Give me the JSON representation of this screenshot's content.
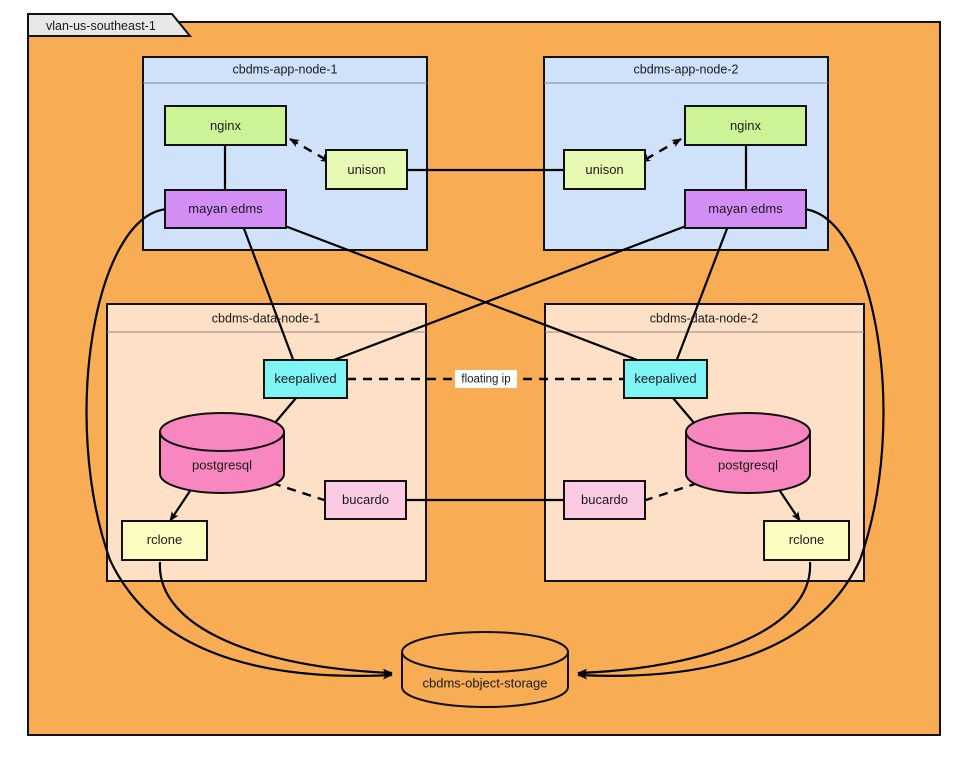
{
  "diagram": {
    "title": "vlan-us-southeast-1",
    "boundary_label": "vlan-us-southeast-1",
    "colors": {
      "app_node_fill": "#cfe2f9",
      "data_node_fill": "#fde0c6",
      "nginx_fill": "#ccf497",
      "unison_fill": "#e6fab4",
      "mayan_fill": "#d28ef5",
      "keepalived_fill": "#7ff4f4",
      "postgresql_fill": "#f887c0",
      "bucardo_fill": "#fbcbe3",
      "rclone_fill": "#fcfcc0",
      "object_storage_fill": "#f8ad54",
      "stroke": "#111111",
      "background": "#ffffff"
    },
    "groups": [
      {
        "id": "app1",
        "label": "cbdms-app-node-1"
      },
      {
        "id": "app2",
        "label": "cbdms-app-node-2"
      },
      {
        "id": "data1",
        "label": "cbdms-data-node-1"
      },
      {
        "id": "data2",
        "label": "cbdms-data-node-2"
      }
    ],
    "nodes": [
      {
        "id": "nginx1",
        "label": "nginx",
        "group": "app1",
        "shape": "rect"
      },
      {
        "id": "unison1",
        "label": "unison",
        "group": "app1",
        "shape": "rect"
      },
      {
        "id": "mayan1",
        "label": "mayan edms",
        "group": "app1",
        "shape": "rect"
      },
      {
        "id": "nginx2",
        "label": "nginx",
        "group": "app2",
        "shape": "rect"
      },
      {
        "id": "unison2",
        "label": "unison",
        "group": "app2",
        "shape": "rect"
      },
      {
        "id": "mayan2",
        "label": "mayan edms",
        "group": "app2",
        "shape": "rect"
      },
      {
        "id": "keep1",
        "label": "keepalived",
        "group": "data1",
        "shape": "rect"
      },
      {
        "id": "pg1",
        "label": "postgresql",
        "group": "data1",
        "shape": "cylinder"
      },
      {
        "id": "buc1",
        "label": "bucardo",
        "group": "data1",
        "shape": "rect"
      },
      {
        "id": "rcl1",
        "label": "rclone",
        "group": "data1",
        "shape": "rect"
      },
      {
        "id": "keep2",
        "label": "keepalived",
        "group": "data2",
        "shape": "rect"
      },
      {
        "id": "pg2",
        "label": "postgresql",
        "group": "data2",
        "shape": "cylinder"
      },
      {
        "id": "buc2",
        "label": "bucardo",
        "group": "data2",
        "shape": "rect"
      },
      {
        "id": "rcl2",
        "label": "rclone",
        "group": "data2",
        "shape": "rect"
      },
      {
        "id": "objstore",
        "label": "cbdms-object-storage",
        "group": null,
        "shape": "cylinder"
      }
    ],
    "edges": [
      {
        "from": "nginx1",
        "to": "mayan1",
        "style": "solid",
        "arrow": "none",
        "label": ""
      },
      {
        "from": "nginx1",
        "to": "unison1",
        "style": "dashed",
        "arrow": "both",
        "label": ""
      },
      {
        "from": "unison1",
        "to": "unison2",
        "style": "solid",
        "arrow": "none",
        "label": ""
      },
      {
        "from": "nginx2",
        "to": "mayan2",
        "style": "solid",
        "arrow": "none",
        "label": ""
      },
      {
        "from": "nginx2",
        "to": "unison2",
        "style": "dashed",
        "arrow": "both",
        "label": ""
      },
      {
        "from": "mayan1",
        "to": "keep1",
        "style": "solid",
        "arrow": "none",
        "label": ""
      },
      {
        "from": "mayan1",
        "to": "keep2",
        "style": "solid",
        "arrow": "none",
        "label": ""
      },
      {
        "from": "mayan2",
        "to": "keep2",
        "style": "solid",
        "arrow": "none",
        "label": ""
      },
      {
        "from": "mayan2",
        "to": "keep1",
        "style": "solid",
        "arrow": "none",
        "label": ""
      },
      {
        "from": "keep1",
        "to": "keep2",
        "style": "dashed",
        "arrow": "none",
        "label": "floating ip"
      },
      {
        "from": "keep1",
        "to": "pg1",
        "style": "solid",
        "arrow": "none",
        "label": ""
      },
      {
        "from": "keep2",
        "to": "pg2",
        "style": "solid",
        "arrow": "none",
        "label": ""
      },
      {
        "from": "pg1",
        "to": "buc1",
        "style": "dashed",
        "arrow": "none",
        "label": ""
      },
      {
        "from": "pg2",
        "to": "buc2",
        "style": "dashed",
        "arrow": "none",
        "label": ""
      },
      {
        "from": "buc1",
        "to": "buc2",
        "style": "solid",
        "arrow": "none",
        "label": ""
      },
      {
        "from": "pg1",
        "to": "rcl1",
        "style": "solid",
        "arrow": "to",
        "label": ""
      },
      {
        "from": "pg2",
        "to": "rcl2",
        "style": "solid",
        "arrow": "to",
        "label": ""
      },
      {
        "from": "rcl1",
        "to": "objstore",
        "style": "solid",
        "arrow": "to",
        "label": ""
      },
      {
        "from": "rcl2",
        "to": "objstore",
        "style": "solid",
        "arrow": "to",
        "label": ""
      },
      {
        "from": "mayan1",
        "to": "objstore",
        "style": "solid",
        "arrow": "to",
        "label": ""
      },
      {
        "from": "mayan2",
        "to": "objstore",
        "style": "solid",
        "arrow": "to",
        "label": ""
      }
    ],
    "edge_labels": {
      "floating_ip": "floating ip"
    }
  }
}
